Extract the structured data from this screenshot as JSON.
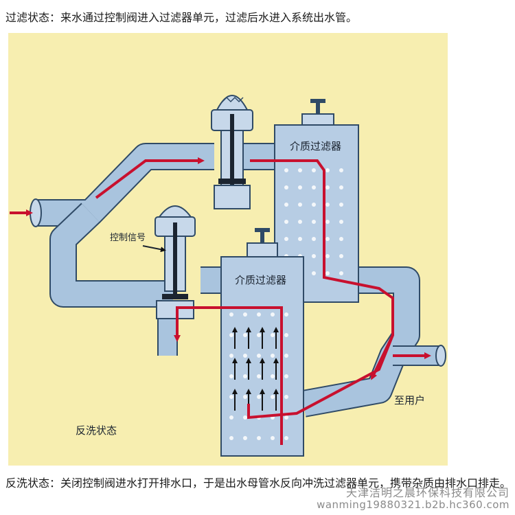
{
  "top_caption": "过滤状态：来水通过控制阀进入过滤器单元，过滤后水进入系统出水管。",
  "labels": {
    "filter_upper": "介质过滤器",
    "filter_lower": "介质过滤器",
    "control_signal": "控制信号",
    "to_user": "至用户",
    "state": "反洗状态"
  },
  "bottom_caption": "反洗状态：关闭控制阀进水打开排水口，于是出水母管水反向冲洗过滤器单元，携带杂质由排水口排走。",
  "watermark": {
    "line1": "天津洁明之晨环保科技有限公司",
    "line2": "wanming19880321.b2b.hc360.com"
  },
  "colors": {
    "background": "#f7eeb0",
    "pipe": "#a9c4de",
    "pipe_edge": "#2f4a66",
    "flow_arrow": "#c8102e",
    "filter_body": "#b7cde4",
    "text": "#1b2430"
  }
}
